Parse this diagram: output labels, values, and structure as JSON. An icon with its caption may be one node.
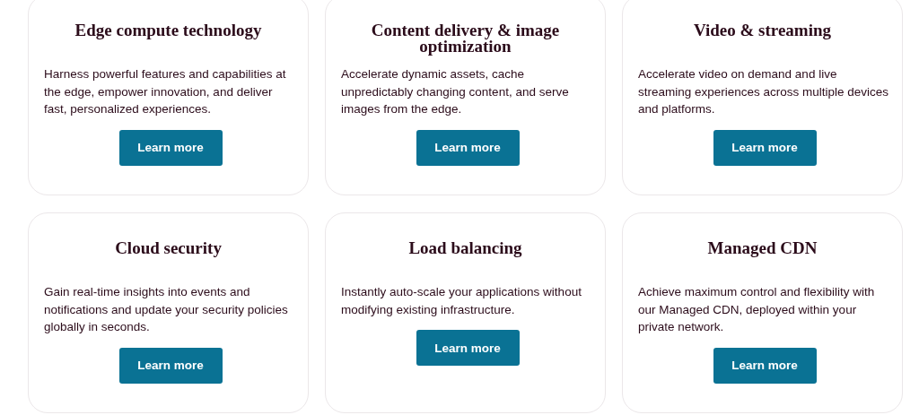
{
  "diagram": {
    "nodes": [
      {
        "text": [
          "Edge compute technology",
          "Harness powerful features and capabilities at the edge, empower innovation, and deliver fast, personalized experiences."
        ]
      },
      {
        "text": [
          "Learn more"
        ],
        "in": 0
      },
      {
        "text": [
          "Content delivery & image optimization",
          "Accelerate dynamic assets, cache unpredictably changing content, and serve images from the edge."
        ]
      },
      {
        "text": [
          "Learn more"
        ],
        "in": 2
      },
      {
        "text": [
          "Video & streaming",
          "Accelerate video on demand and live streaming experiences across multiple devices and platforms."
        ]
      },
      {
        "text": [
          "Learn more"
        ],
        "in": 4
      },
      {
        "text": [
          "Cloud security",
          "Gain real-time insights into events and notifications and update your security policies globally in seconds."
        ]
      },
      {
        "text": [
          "Learn more"
        ],
        "in": 6
      },
      {
        "text": [
          "Load balancing",
          "Instantly auto-scale your applications without modifying existing infrastructure."
        ]
      },
      {
        "text": [
          "Learn more"
        ],
        "in": 8
      },
      {
        "text": [
          "Managed CDN",
          "Achieve maximum control and flexibility with our Managed CDN, deployed within your private network."
        ]
      },
      {
        "text": [
          "Learn more"
        ],
        "in": 10
      }
    ]
  }
}
